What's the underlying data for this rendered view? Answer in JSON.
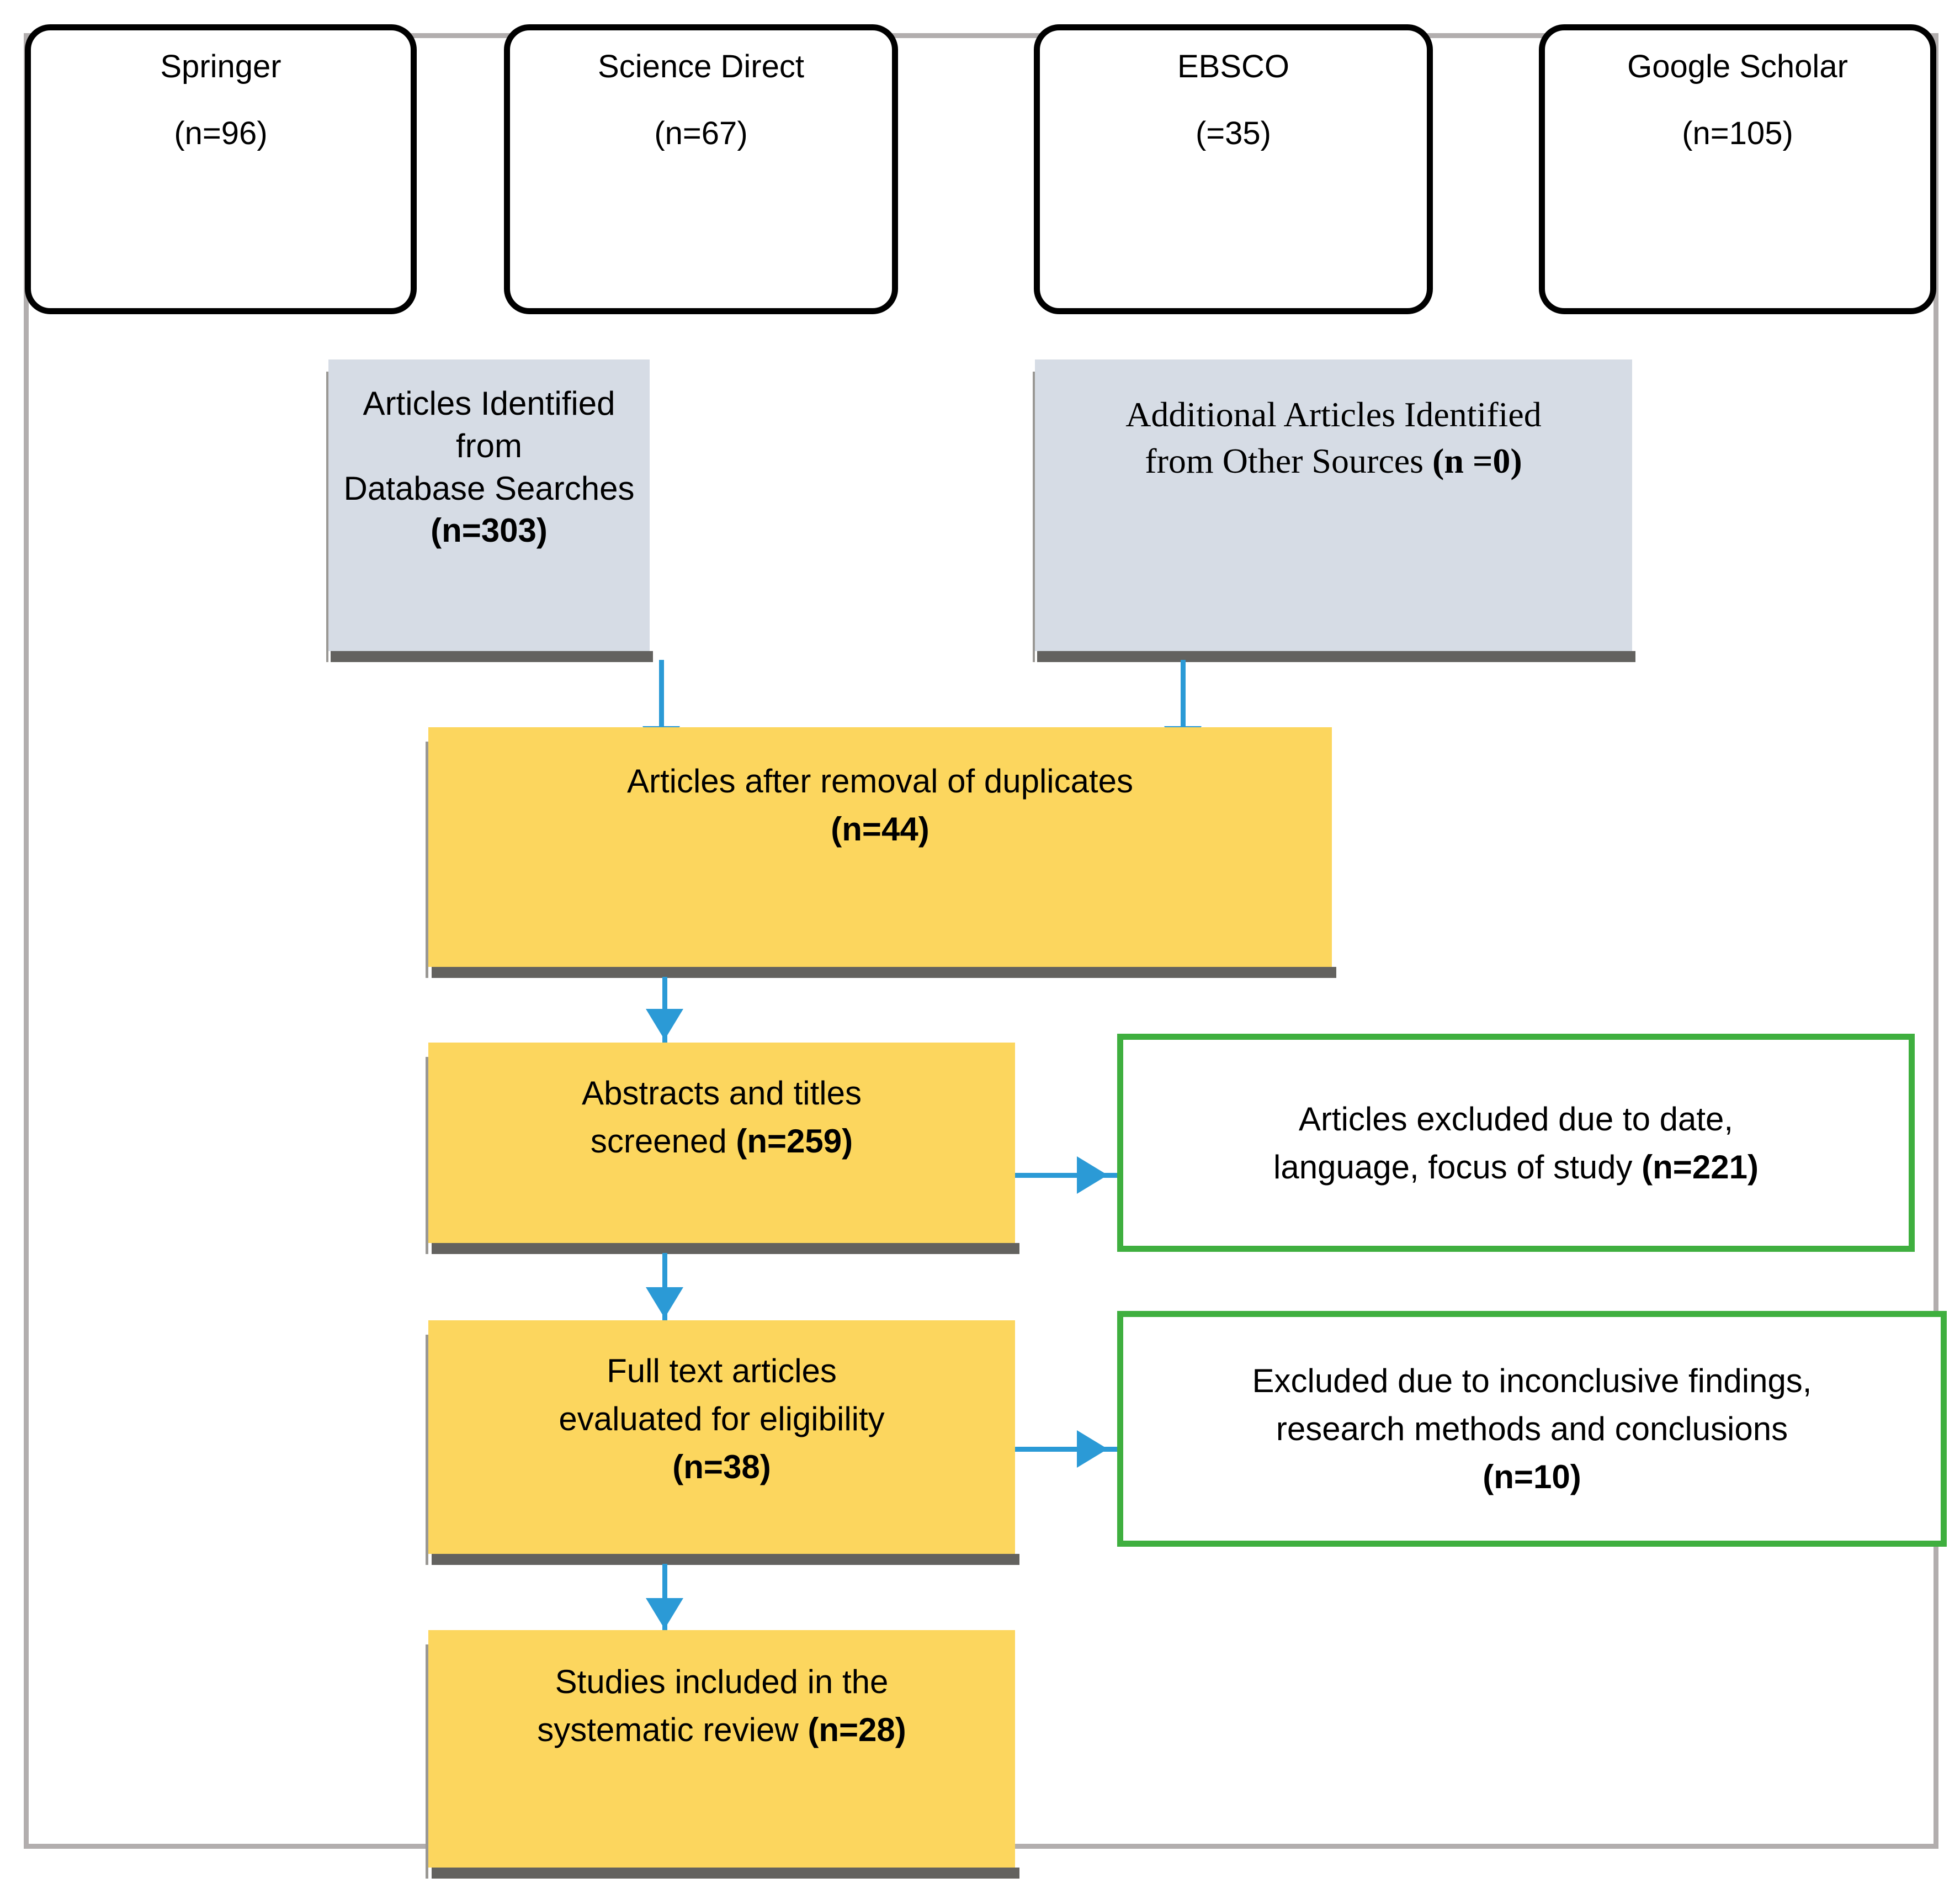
{
  "diagram": {
    "title": "PRISMA systematic review flow diagram",
    "colors": {
      "frame_border": "#b2aeae",
      "source_box_border": "#000000",
      "identification_fill": "#d6dce5",
      "process_fill": "#fcd65e",
      "exclusion_border": "#3faf3f",
      "arrow": "#2b9ad6",
      "shadow": "#63625f"
    },
    "sources": [
      {
        "name": "Springer",
        "count_label": "(n=96)"
      },
      {
        "name": "Science Direct",
        "count_label": "(n=67)"
      },
      {
        "name": "EBSCO",
        "count_label": "(=35)"
      },
      {
        "name": "Google Scholar",
        "count_label": "(n=105)"
      }
    ],
    "identification": [
      {
        "line1": "Articles Identified from",
        "line2": "Database Searches",
        "count_label": "(n=303)"
      },
      {
        "line1": "Additional Articles Identified",
        "line2": "from Other Sources ",
        "count_label": "(n =0)"
      }
    ],
    "process": [
      {
        "line1": "Articles after removal of duplicates",
        "count_label": "(n=44)"
      },
      {
        "line1": "Abstracts and titles",
        "line2": "screened ",
        "count_label": "(n=259)"
      },
      {
        "line1": "Full text articles",
        "line2": "evaluated for eligibility",
        "count_label": "(n=38)"
      },
      {
        "line1": "Studies included in the",
        "line2": "systematic review ",
        "count_label": "(n=28)"
      }
    ],
    "exclusions": [
      {
        "line1": "Articles excluded due to date,",
        "line2": "language, focus of study ",
        "count_label": "(n=221)"
      },
      {
        "line1": "Excluded due to inconclusive findings,",
        "line2": "research methods and conclusions",
        "count_label": "(n=10)"
      }
    ]
  }
}
